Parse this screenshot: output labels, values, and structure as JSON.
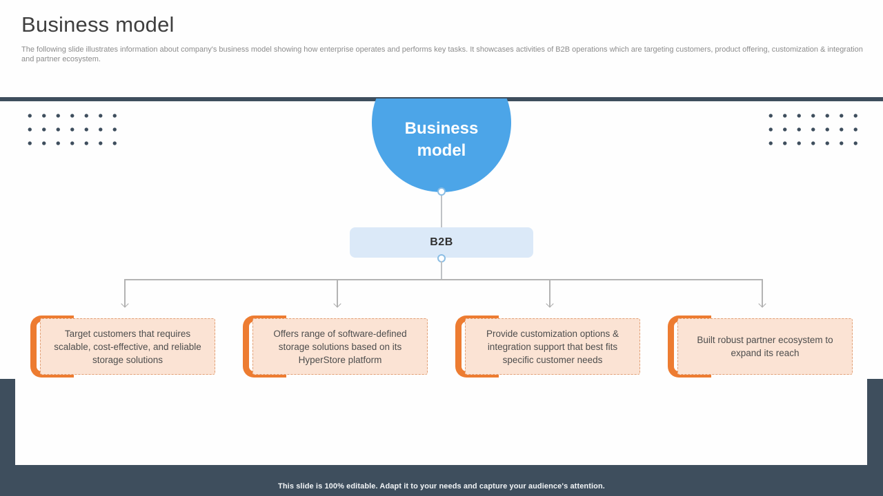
{
  "slide": {
    "title": "Business model",
    "subtitle": "The following slide illustrates information about company's business model showing how enterprise operates and performs key tasks. It showcases activities of B2B operations which are targeting customers, product offering, customization & integration and partner ecosystem.",
    "root_label": "Business model",
    "b2b_label": "B2B",
    "items": [
      {
        "text": "Target customers that requires scalable, cost-effective, and reliable storage solutions"
      },
      {
        "text": "Offers range of software-defined storage solutions based on its HyperStore platform"
      },
      {
        "text": "Provide customization options & integration support that best fits specific customer needs"
      },
      {
        "text": "Built robust partner ecosystem to expand its reach"
      }
    ],
    "footer": "This slide is 100% editable. Adapt it to your needs and capture your audience's attention.",
    "colors": {
      "accent_blue": "#4CA5E8",
      "node_fill_blue": "#DBE9F8",
      "accent_orange": "#ED7C31",
      "item_fill_peach": "#FBE3D4",
      "dark_slate": "#3E4E5D",
      "connector_gray": "#B3B3B3"
    }
  }
}
